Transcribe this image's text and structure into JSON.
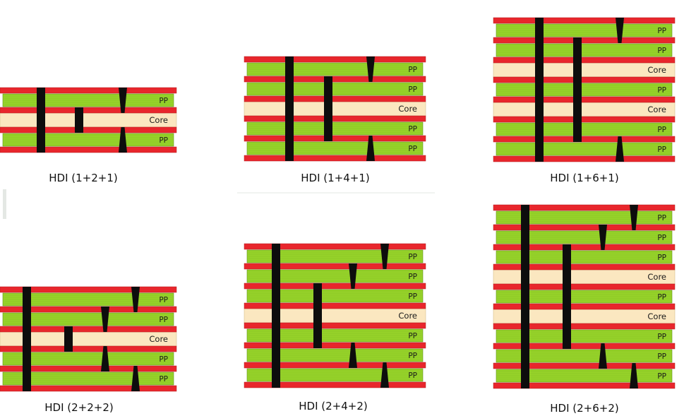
{
  "colors": {
    "copper": "#e8262c",
    "copper_edge": "#b41c20",
    "prepreg": "#96d22a",
    "prepreg_stripe": "#7fbb1f",
    "core": "#fbe7c0",
    "via": "#0d0d0d",
    "label_text": "#1a1a1a"
  },
  "labels": {
    "pp": "PP",
    "core": "Core"
  },
  "diagrams": [
    {
      "caption": "HDI (1+2+1)",
      "stack": [
        "pp",
        "core",
        "pp"
      ],
      "through": [
        "through"
      ],
      "buried": [
        [
          1,
          1
        ]
      ],
      "micro": [
        [
          0,
          0,
          "down"
        ],
        [
          2,
          0,
          "up"
        ]
      ]
    },
    {
      "caption": "HDI (1+4+1)",
      "stack": [
        "pp",
        "pp",
        "core",
        "pp",
        "pp"
      ],
      "through": [
        "through"
      ],
      "buried": [
        [
          1,
          3
        ]
      ],
      "micro": [
        [
          0,
          0,
          "down"
        ],
        [
          4,
          0,
          "up"
        ]
      ]
    },
    {
      "caption": "HDI (1+6+1)",
      "stack": [
        "pp",
        "pp",
        "core",
        "pp",
        "core",
        "pp",
        "pp"
      ],
      "through": [
        "through"
      ],
      "buried": [
        [
          1,
          5
        ]
      ],
      "micro": [
        [
          0,
          0,
          "down"
        ],
        [
          6,
          0,
          "up"
        ]
      ]
    },
    {
      "caption": "HDI (2+2+2)",
      "stack": [
        "pp",
        "pp",
        "core",
        "pp",
        "pp"
      ],
      "through": [
        "through"
      ],
      "buried": [
        [
          2,
          2
        ]
      ],
      "micro": [
        [
          0,
          0,
          "down"
        ],
        [
          1,
          1,
          "down"
        ],
        [
          3,
          1,
          "up"
        ],
        [
          4,
          0,
          "up"
        ]
      ]
    },
    {
      "caption": "HDI (2+4+2)",
      "stack": [
        "pp",
        "pp",
        "pp",
        "core",
        "pp",
        "pp",
        "pp"
      ],
      "through": [
        "through"
      ],
      "buried": [
        [
          2,
          4
        ]
      ],
      "micro": [
        [
          0,
          0,
          "down"
        ],
        [
          1,
          1,
          "down"
        ],
        [
          5,
          1,
          "up"
        ],
        [
          6,
          0,
          "up"
        ]
      ]
    },
    {
      "caption": "HDI (2+6+2)",
      "stack": [
        "pp",
        "pp",
        "pp",
        "core",
        "pp",
        "core",
        "pp",
        "pp",
        "pp"
      ],
      "through": [
        "through"
      ],
      "buried": [
        [
          2,
          6
        ]
      ],
      "micro": [
        [
          0,
          0,
          "down"
        ],
        [
          1,
          1,
          "down"
        ],
        [
          7,
          1,
          "up"
        ],
        [
          8,
          0,
          "up"
        ]
      ]
    }
  ]
}
